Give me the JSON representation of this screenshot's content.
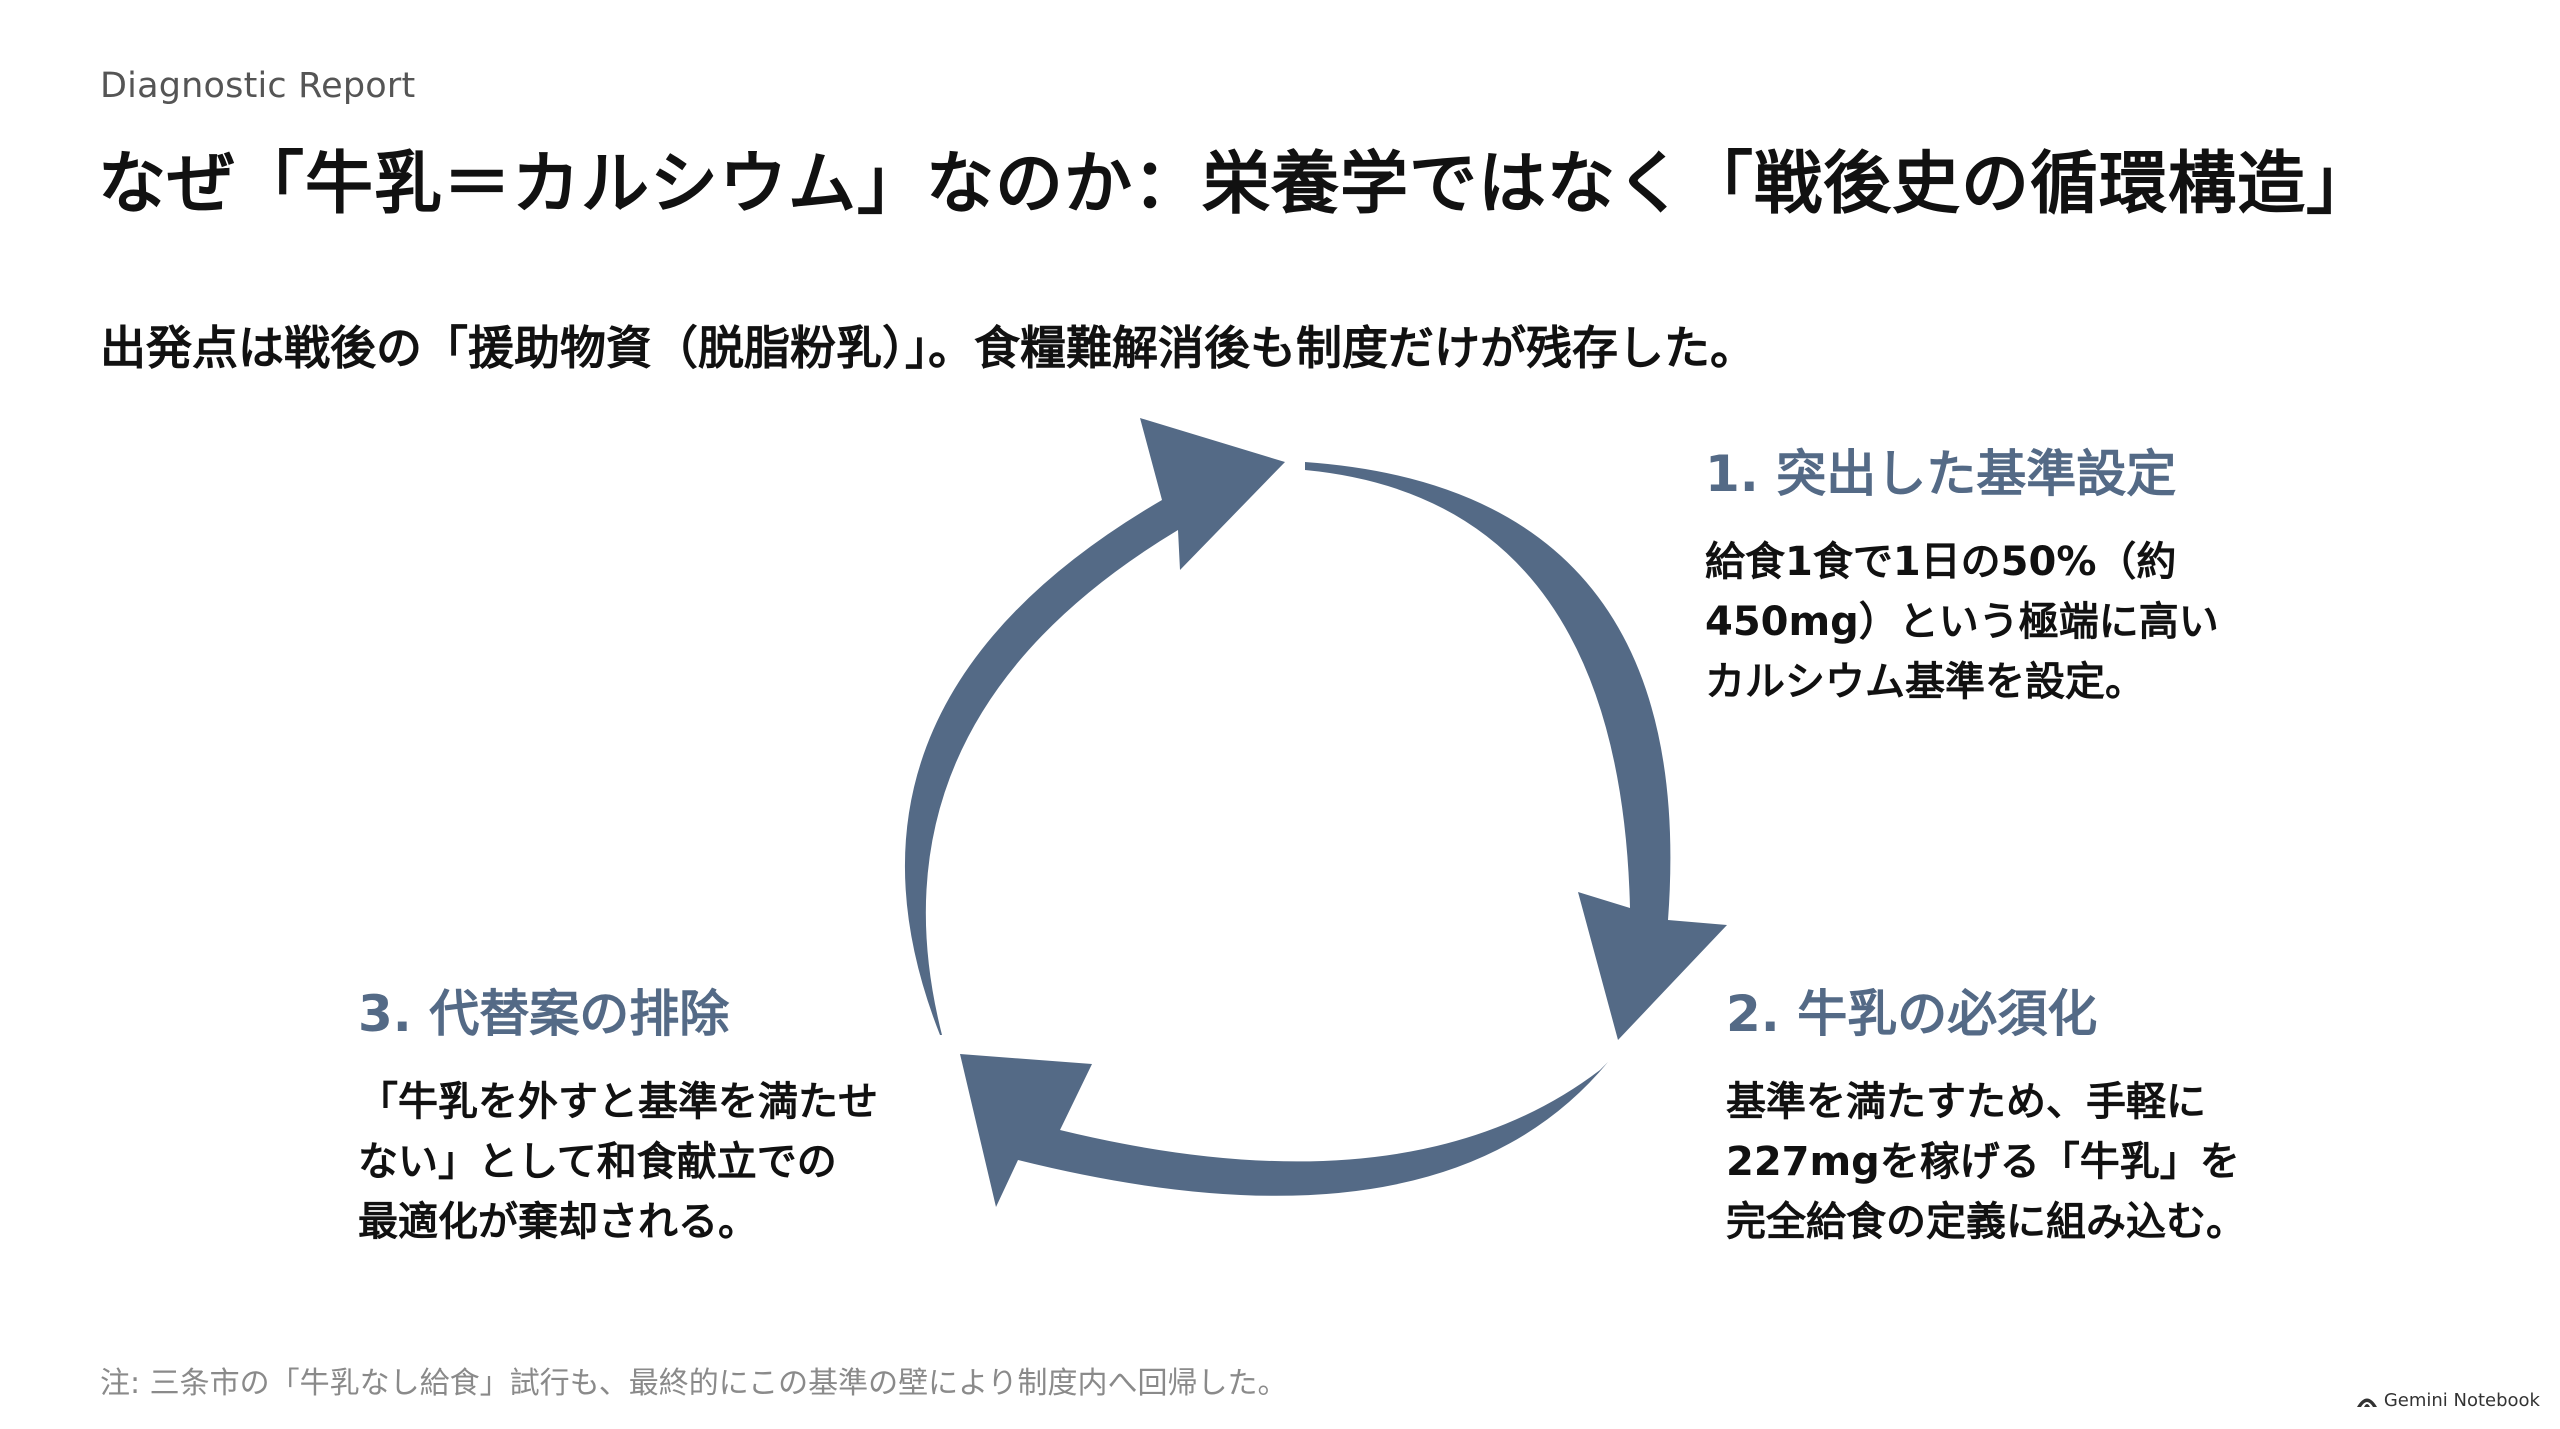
{
  "header": {
    "eyebrow": "Diagnostic Report",
    "title": "なぜ「牛乳＝カルシウム」なのか：栄養学ではなく「戦後史の循環構造」"
  },
  "subtitle": "出発点は戦後の「援助物資（脱脂粉乳）」。食糧難解消後も制度だけが残存した。",
  "colors": {
    "accent": "#546a86",
    "text": "#111111",
    "muted": "#8a8a8a"
  },
  "cycle": {
    "steps": [
      {
        "heading": "1. 突出した基準設定",
        "body": "給食1食で1日の50%（約\n450mg）という極端に高い\nカルシウム基準を設定。"
      },
      {
        "heading": "2. 牛乳の必須化",
        "body": "基準を満たすため、手軽に\n227mgを稼げる「牛乳」を\n完全給食の定義に組み込む。"
      },
      {
        "heading": "3. 代替案の排除",
        "body": "「牛乳を外すと基準を満たせ\nない」として和食献立での\n最適化が棄却される。"
      }
    ]
  },
  "footnote": "注: 三条市の「牛乳なし給食」試行も、最終的にこの基準の壁により制度内へ回帰した。",
  "brand": {
    "label": "Gemini Notebook",
    "icon": "gemini-notebook-icon"
  }
}
